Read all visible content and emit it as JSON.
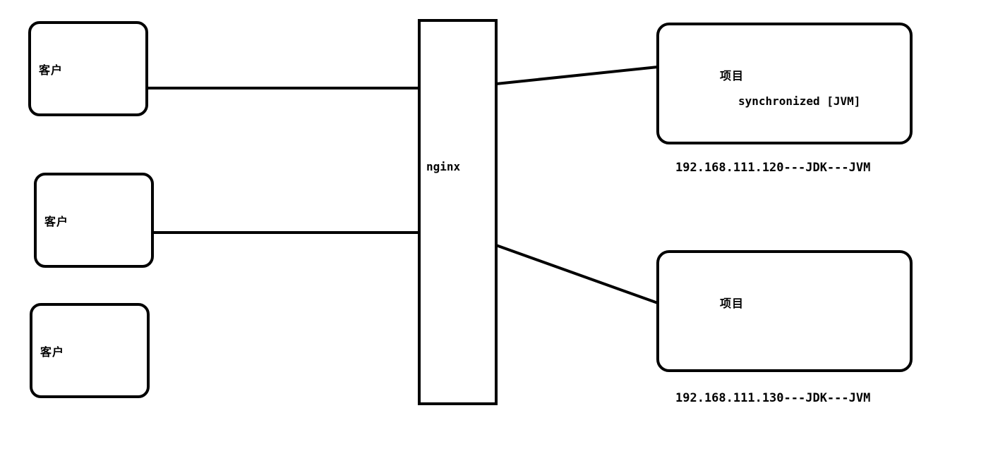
{
  "clients": [
    {
      "label": "客户"
    },
    {
      "label": "客户"
    },
    {
      "label": "客户"
    }
  ],
  "proxy": {
    "label": "nginx"
  },
  "servers": [
    {
      "title": "项目",
      "subtitle": "synchronized [JVM]",
      "caption": "192.168.111.120---JDK---JVM"
    },
    {
      "title": "项目",
      "caption": "192.168.111.130---JDK---JVM"
    }
  ]
}
